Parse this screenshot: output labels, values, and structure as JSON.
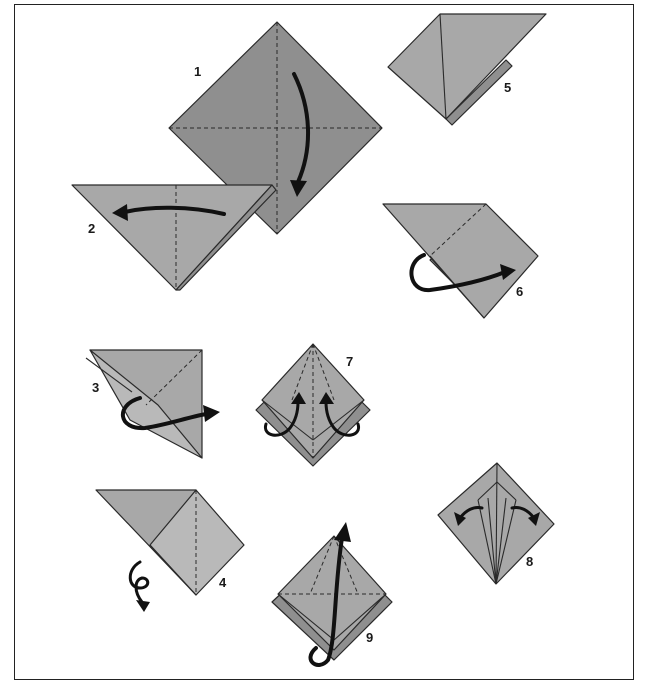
{
  "steps": [
    {
      "number": "1"
    },
    {
      "number": "2"
    },
    {
      "number": "3"
    },
    {
      "number": "4"
    },
    {
      "number": "5"
    },
    {
      "number": "6"
    },
    {
      "number": "7"
    },
    {
      "number": "8"
    },
    {
      "number": "9"
    }
  ],
  "colors": {
    "paper": "#a8a8a8",
    "paper_dark": "#8f8f8f",
    "paper_light": "#b9b9b9",
    "line": "#2a2a2a",
    "arrow": "#111111",
    "background": "#ffffff"
  }
}
